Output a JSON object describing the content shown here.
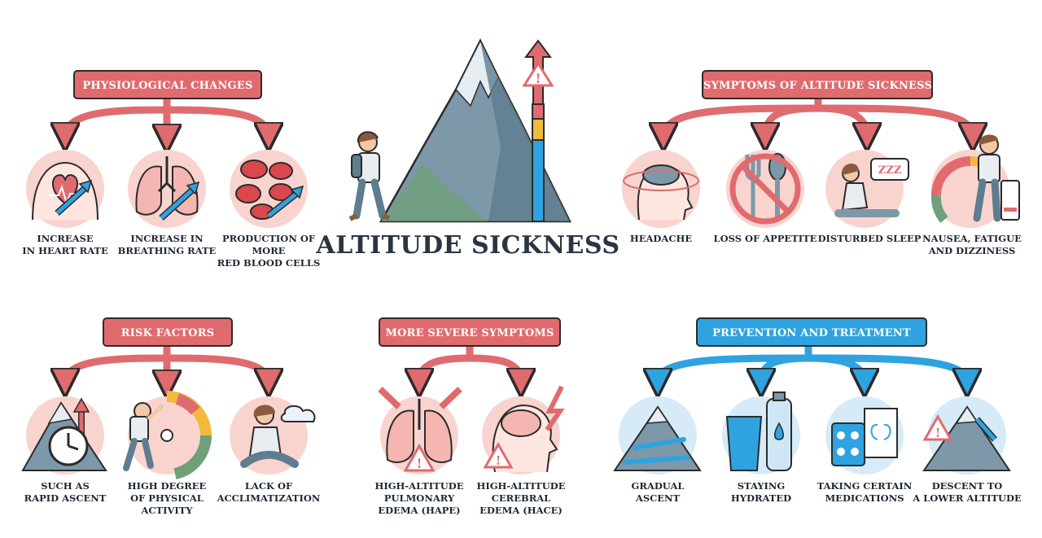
{
  "title": "ALTITUDE SICKNESS",
  "colors": {
    "red": "#e06b6e",
    "blue": "#2fa3e0",
    "ink": "#1f2633"
  },
  "groups": {
    "physiological": {
      "header": "PHYSIOLOGICAL CHANGES",
      "items": [
        {
          "label": "INCREASE\nIN HEART RATE",
          "icon": "heart-rate-icon"
        },
        {
          "label": "INCREASE IN\nBREATHING RATE",
          "icon": "lungs-icon"
        },
        {
          "label": "PRODUCTION OF\nMORE\nRED BLOOD CELLS",
          "icon": "blood-cells-icon"
        }
      ]
    },
    "symptoms": {
      "header": "SYMPTOMS OF ALTITUDE SICKNESS",
      "items": [
        {
          "label": "HEADACHE",
          "icon": "headache-icon"
        },
        {
          "label": "LOSS OF APPETITE",
          "icon": "no-cutlery-icon"
        },
        {
          "label": "DISTURBED SLEEP",
          "icon": "sleep-icon"
        },
        {
          "label": "NAUSEA, FATIGUE\nAND DIZZINESS",
          "icon": "fatigue-icon"
        }
      ]
    },
    "risk": {
      "header": "RISK FACTORS",
      "items": [
        {
          "label": "SUCH AS\nRAPID ASCENT",
          "icon": "clock-mountain-icon"
        },
        {
          "label": "HIGH DEGREE\nOF PHYSICAL\nACTIVITY",
          "icon": "climber-icon"
        },
        {
          "label": "LACK OF\nACCLIMATIZATION",
          "icon": "sitting-person-icon"
        }
      ]
    },
    "severe": {
      "header": "MORE SEVERE SYMPTOMS",
      "items": [
        {
          "label": "HIGH-ALTITUDE\nPULMONARY\nEDEMA (HAPE)",
          "icon": "lungs-warning-icon"
        },
        {
          "label": "HIGH-ALTITUDE\nCEREBRAL\nEDEMA (HACE)",
          "icon": "brain-warning-icon"
        }
      ]
    },
    "prevention": {
      "header": "PREVENTION AND TREATMENT",
      "items": [
        {
          "label": "GRADUAL\nASCENT",
          "icon": "gradual-ascent-icon"
        },
        {
          "label": "STAYING\nHYDRATED",
          "icon": "water-icon"
        },
        {
          "label": "TAKING CERTAIN\nMEDICATIONS",
          "icon": "pills-icon"
        },
        {
          "label": "DESCENT TO\nA LOWER ALTITUDE",
          "icon": "descent-icon"
        }
      ]
    }
  },
  "center_icon": "mountain-hiker-icon"
}
